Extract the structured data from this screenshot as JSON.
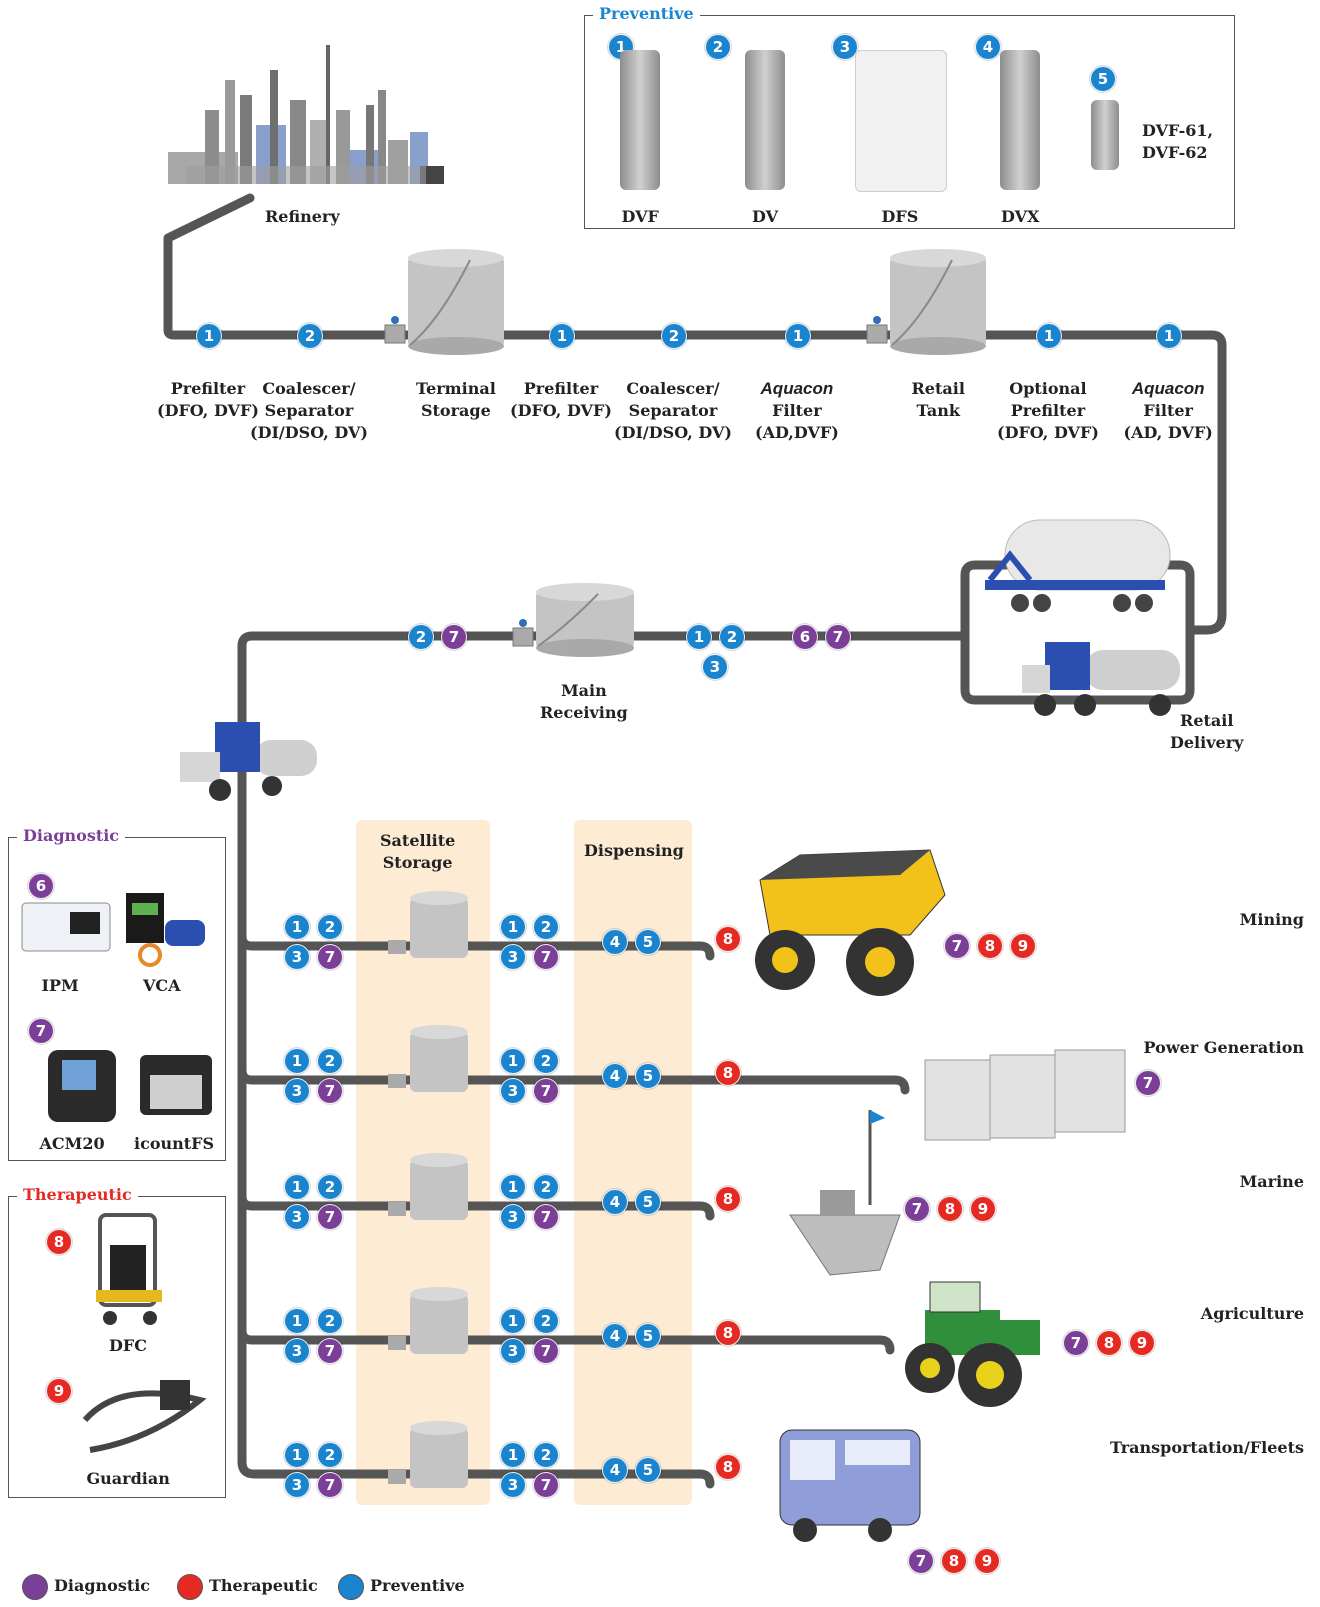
{
  "colors": {
    "preventive": "#1a84cf",
    "diagnostic": "#7b3f98",
    "therapeutic": "#e42a23",
    "pipe": "#555555",
    "highlight": "#fdebd4"
  },
  "top": {
    "refinery_label": "Refinery",
    "steps": [
      {
        "badge": "1",
        "lines": [
          "Prefilter",
          "(DFO, DVF)"
        ]
      },
      {
        "badge": "2",
        "lines": [
          "Coalescer/",
          "Separator",
          "(DI/DSO, DV)"
        ]
      },
      {
        "lines": [
          "Terminal",
          "Storage"
        ]
      },
      {
        "badge": "1",
        "lines": [
          "Prefilter",
          "(DFO, DVF)"
        ]
      },
      {
        "badge": "2",
        "lines": [
          "Coalescer/",
          "Separator",
          "(DI/DSO, DV)"
        ]
      },
      {
        "badge": "1",
        "brand": "Aquacon",
        "lines": [
          "Filter",
          "(AD,DVF)"
        ]
      },
      {
        "lines": [
          "Retail",
          "Tank"
        ]
      },
      {
        "badge": "1",
        "lines": [
          "Optional",
          "Prefilter",
          "(DFO, DVF)"
        ]
      },
      {
        "badge": "1",
        "brand": "Aquacon",
        "lines": [
          "Filter",
          "(AD, DVF)"
        ]
      }
    ]
  },
  "preventive_box": {
    "title": "Preventive",
    "items": [
      {
        "num": "1",
        "label": "DVF"
      },
      {
        "num": "2",
        "label": "DV"
      },
      {
        "num": "3",
        "label": "DFS"
      },
      {
        "num": "4",
        "label": "DVX"
      },
      {
        "num": "5",
        "label_lines": [
          "DVF-61,",
          "DVF-62"
        ]
      }
    ]
  },
  "middle": {
    "main_receiving": [
      "Main",
      "Receiving"
    ],
    "retail_delivery": [
      "Retail",
      "Delivery"
    ],
    "badges_left": [
      "2",
      "7"
    ],
    "badges_mid": [
      "1",
      "2",
      "3"
    ],
    "badges_right": [
      "6",
      "7"
    ]
  },
  "columns": {
    "satellite": [
      "Satellite",
      "Storage"
    ],
    "dispensing": "Dispensing"
  },
  "rows": [
    {
      "label": "Mining",
      "pre": [
        "1",
        "2",
        "3",
        "7"
      ],
      "post": [
        "1",
        "2",
        "3",
        "7"
      ],
      "disp": [
        "4",
        "5"
      ],
      "red": "8",
      "end": [
        "7",
        "8",
        "9"
      ]
    },
    {
      "label": "Power Generation",
      "pre": [
        "1",
        "2",
        "3",
        "7"
      ],
      "post": [
        "1",
        "2",
        "3",
        "7"
      ],
      "disp": [
        "4",
        "5"
      ],
      "red": "8",
      "end": [
        "7"
      ]
    },
    {
      "label": "Marine",
      "pre": [
        "1",
        "2",
        "3",
        "7"
      ],
      "post": [
        "1",
        "2",
        "3",
        "7"
      ],
      "disp": [
        "4",
        "5"
      ],
      "red": "8",
      "end": [
        "7",
        "8",
        "9"
      ]
    },
    {
      "label": "Agriculture",
      "pre": [
        "1",
        "2",
        "3",
        "7"
      ],
      "post": [
        "1",
        "2",
        "3",
        "7"
      ],
      "disp": [
        "4",
        "5"
      ],
      "red": "8",
      "end": [
        "7",
        "8",
        "9"
      ]
    },
    {
      "label": "Transportation/Fleets",
      "pre": [
        "1",
        "2",
        "3",
        "7"
      ],
      "post": [
        "1",
        "2",
        "3",
        "7"
      ],
      "disp": [
        "4",
        "5"
      ],
      "red": "8",
      "end": [
        "7",
        "8",
        "9"
      ]
    }
  ],
  "diagnostic_box": {
    "title": "Diagnostic",
    "groups": [
      {
        "num": "6",
        "items": [
          "IPM",
          "VCA"
        ]
      },
      {
        "num": "7",
        "items": [
          "ACM20",
          "icountFS"
        ]
      }
    ]
  },
  "therapeutic_box": {
    "title": "Therapeutic",
    "groups": [
      {
        "num": "8",
        "items": [
          "DFC"
        ]
      },
      {
        "num": "9",
        "items": [
          "Guardian"
        ]
      }
    ]
  },
  "legend": [
    "Diagnostic",
    "Therapeutic",
    "Preventive"
  ]
}
